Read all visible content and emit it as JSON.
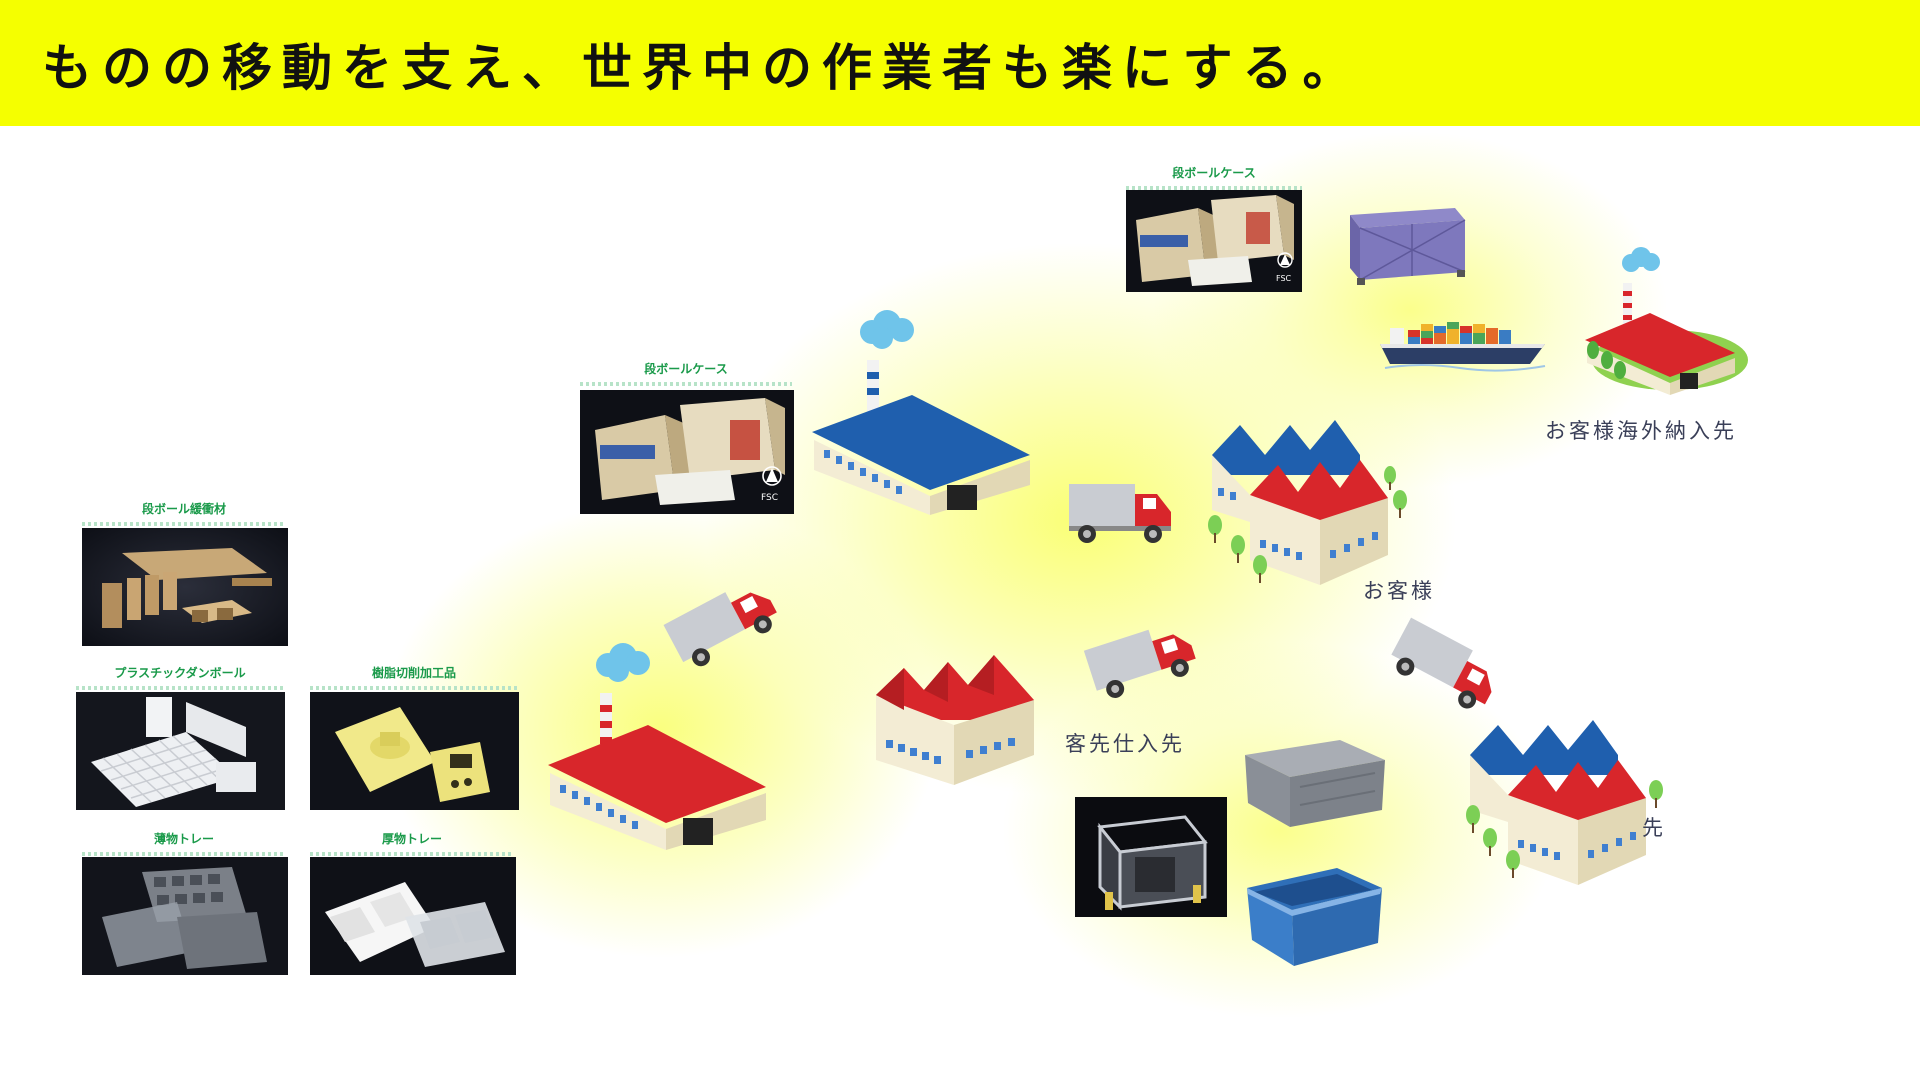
{
  "banner": {
    "title": "ものの移動を支え、世界中の作業者も楽にする。",
    "background": "#f5ff00"
  },
  "captions": {
    "cushion": "段ボール緩衝材",
    "plastic_cardboard": "プラスチックダンボール",
    "resin_cut": "樹脂切削加工品",
    "thin_tray": "薄物トレー",
    "thick_tray": "厚物トレー",
    "case_mid": "段ボールケース",
    "case_top": "段ボールケース"
  },
  "labels": {
    "overseas_customer": "お客様海外納入先",
    "customer": "お客様",
    "supplier": "客先仕入先",
    "delivery_partial": "先"
  },
  "badges": {
    "fsc": "FSC"
  },
  "colors": {
    "roof_red": "#d8262b",
    "roof_blue": "#1f5fae",
    "wall": "#f3ecd4",
    "caption_green": "#1a9a4a",
    "label_text": "#3a3f58"
  }
}
